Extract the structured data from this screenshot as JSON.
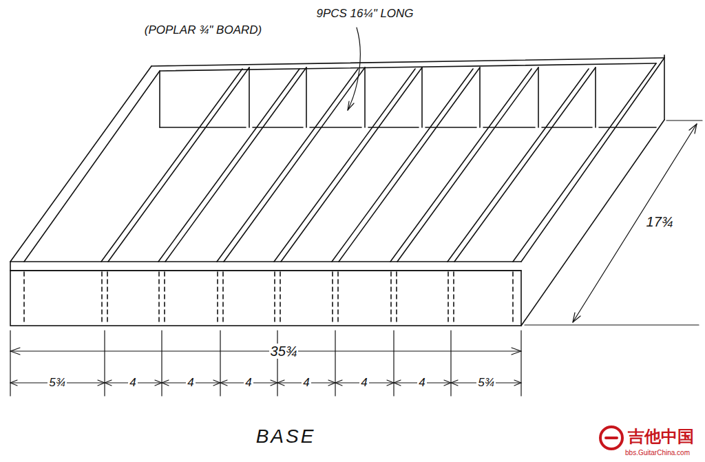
{
  "diagram": {
    "caption": "BASE",
    "labels": [
      "(POPLAR ¾\" BOARD)",
      "9PCS 16¼\" LONG",
      "17¾",
      "35¾",
      "5¾",
      "4",
      "4",
      "4",
      "4",
      "4",
      "4",
      "5¾",
      "吉他中国",
      "bbs.GuitarChina.com"
    ]
  }
}
